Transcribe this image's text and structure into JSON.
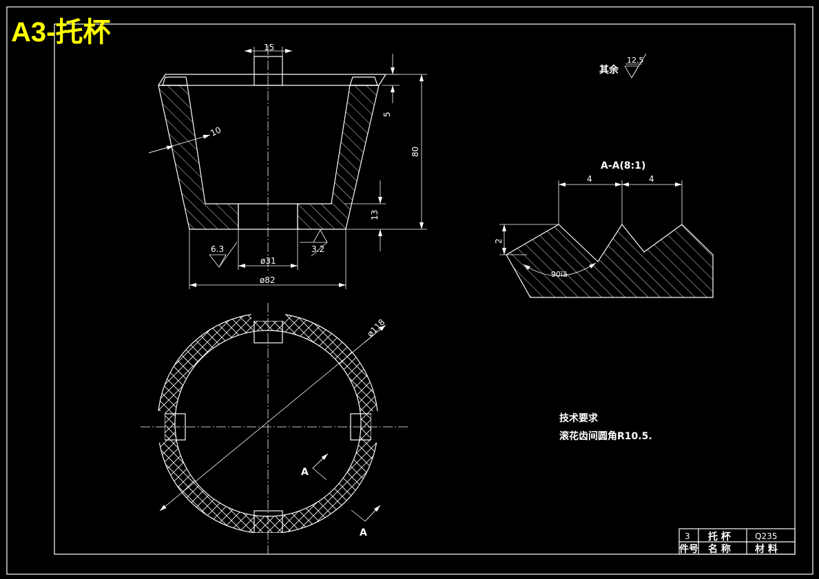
{
  "sheet": {
    "banner_title": "A3-托杯"
  },
  "dimensions": {
    "slot_width": "15",
    "wall_thickness": "10",
    "slot_depth": "5",
    "height": "80",
    "base_thickness": "13",
    "inner_dia": "ø31",
    "outer_dia": "ø82",
    "ring_dia": "ø118",
    "roughness_left": "6.3",
    "roughness_right": "3.2"
  },
  "general_roughness": {
    "label": "其余",
    "value": "12.5"
  },
  "section_aa": {
    "title": "A-A(8:1)",
    "pitch_1": "4",
    "pitch_2": "4",
    "depth": "2",
    "angle": "90ïã"
  },
  "section_markers": {
    "marker_1": "A",
    "marker_2": "A"
  },
  "technical_requirements": {
    "heading": "技术要求",
    "line_1": "滚花齿间圆角R10.5."
  },
  "title_block": {
    "row_1": {
      "number": "3",
      "name": "托  杯",
      "material": "Q235"
    },
    "row_2": {
      "number": "件号",
      "name": "名  称",
      "material": "材  料"
    }
  }
}
